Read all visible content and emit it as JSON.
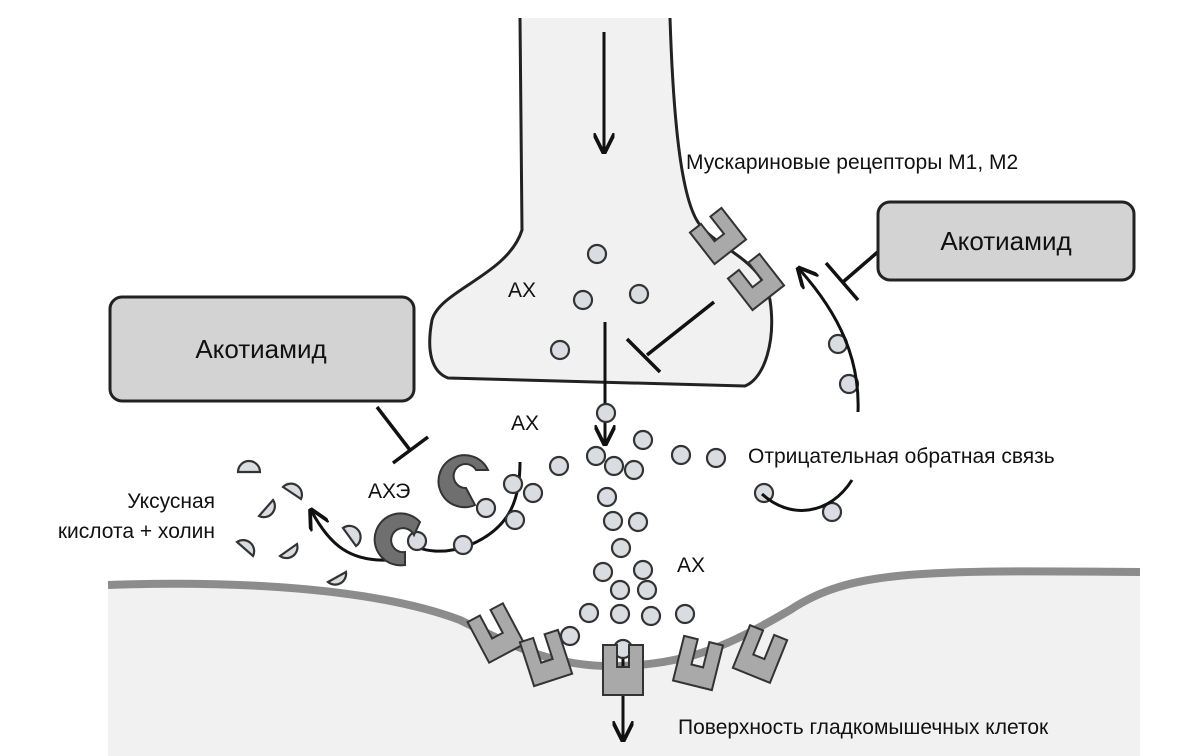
{
  "labels": {
    "muscarinic_receptors": "Мускариновые рецепторы М1, М2",
    "drug_right": "Акотиамид",
    "drug_left": "Акотиамид",
    "ach_in_terminal": "АХ",
    "ach_cleft_top": "АХ",
    "ach_cleft_bottom": "АХ",
    "ache": "АХЭ",
    "products_line1": "Уксусная",
    "products_line2": "кислота + холин",
    "negative_feedback": "Отрицательная обратная связь",
    "smooth_muscle_surface": "Поверхность гладкомышечных клеток"
  },
  "colors": {
    "terminal_fill": "#f1f1f1",
    "drug_box_fill": "#d3d3d3",
    "receptor_fill": "#a9a9a9",
    "enzyme_fill": "#6f6f6f",
    "vesicle_fill": "#d9dde2",
    "membrane": "#8c8c8c",
    "muscle_fill": "#f1f1f1"
  },
  "icons": {
    "inhibition": "t-bar-inhibition",
    "flow": "arrow-down",
    "enzyme": "pac-man-enzyme",
    "receptor": "u-shaped-receptor"
  }
}
